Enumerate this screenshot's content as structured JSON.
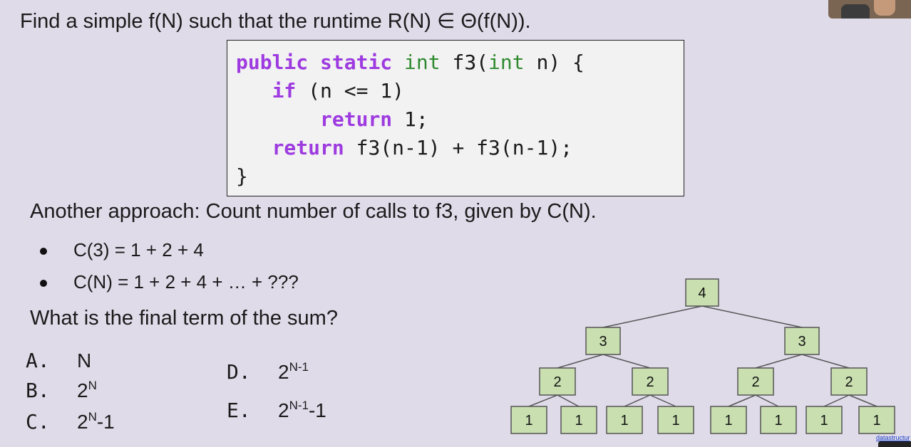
{
  "title": "Find a simple f(N) such that the runtime R(N) ∈ Θ(f(N)).",
  "code": {
    "line1": {
      "kw1": "public",
      "kw2": "static",
      "type1": "int",
      "name": "f3(",
      "type2": "int",
      "rest": "n) {"
    },
    "line2": {
      "kw": "if",
      "rest": "(n <= 1)"
    },
    "line3": {
      "kw": "return",
      "rest": "1;"
    },
    "line4": {
      "kw": "return",
      "rest": "f3(n-1) + f3(n-1);"
    },
    "line5": "}"
  },
  "approach": "Another approach: Count number of calls to f3, given by C(N).",
  "bullets": [
    "C(3) = 1 + 2 + 4",
    "C(N) = 1 + 2 + 4 + … + ???"
  ],
  "question": "What is the final term of the sum?",
  "choices": [
    {
      "letter": "A.",
      "base": "N",
      "exp": "",
      "suffix": ""
    },
    {
      "letter": "B.",
      "base": "2",
      "exp": "N",
      "suffix": ""
    },
    {
      "letter": "C.",
      "base": "2",
      "exp": "N",
      "suffix": "-1"
    },
    {
      "letter": "D.",
      "base": "2",
      "exp": "N-1",
      "suffix": ""
    },
    {
      "letter": "E.",
      "base": "2",
      "exp": "N-1",
      "suffix": "-1"
    }
  ],
  "tree": {
    "root": "4",
    "level2": [
      "3",
      "3"
    ],
    "level3": [
      "2",
      "2",
      "2",
      "2"
    ],
    "level4": [
      "1",
      "1",
      "1",
      "1",
      "1",
      "1",
      "1",
      "1"
    ]
  },
  "watermark": "datastructur"
}
